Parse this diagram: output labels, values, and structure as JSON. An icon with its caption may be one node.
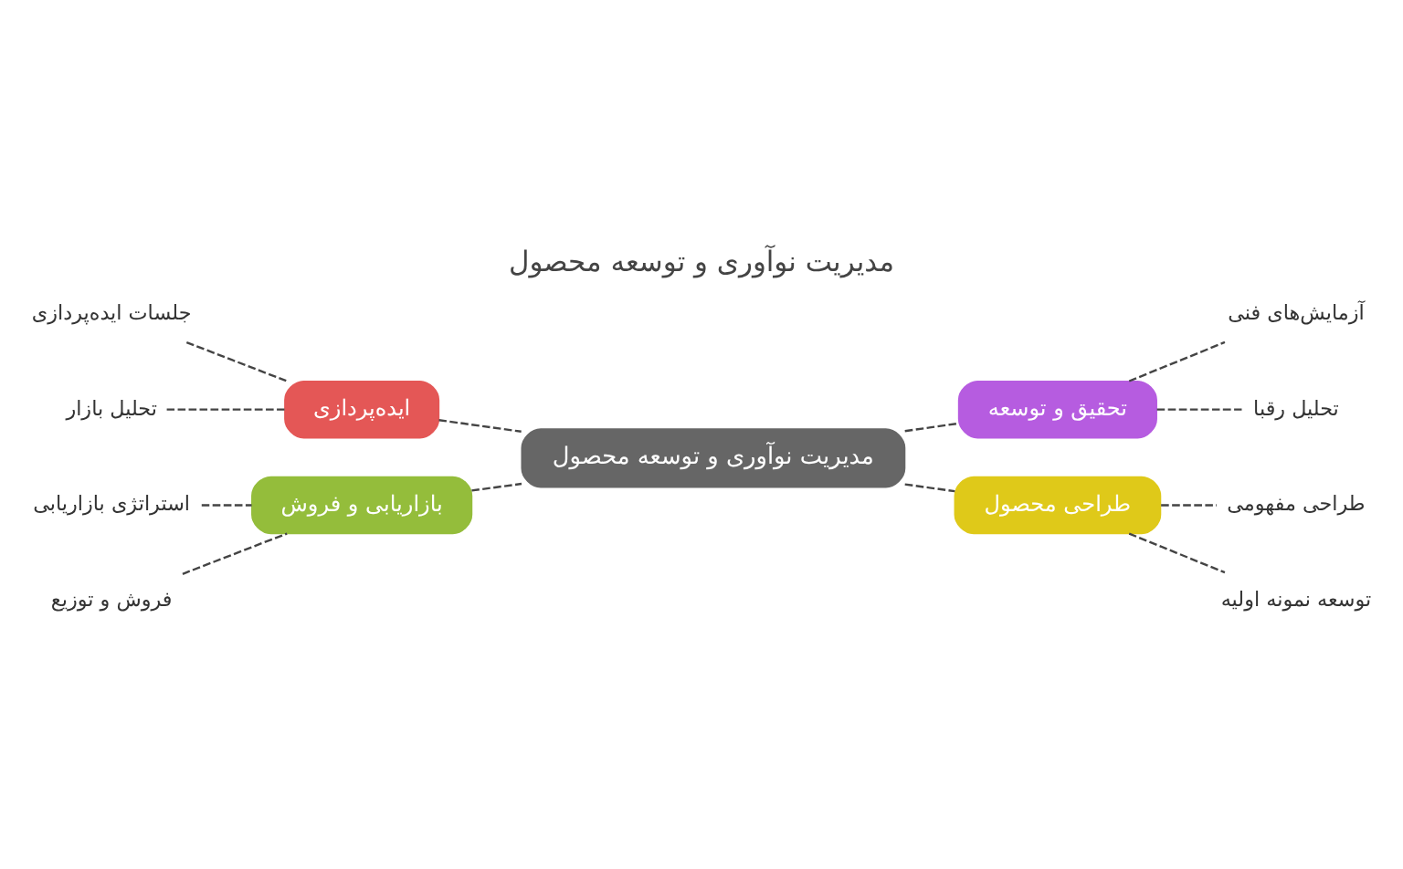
{
  "diagram": {
    "title": "مدیریت نوآوری و توسعه محصول",
    "nodes": [
      {
        "text": [
          "مدیریت نوآوری و توسعه محصول"
        ]
      },
      {
        "text": [
          "تحقیق و توسعه"
        ]
      },
      {
        "text": [
          "آزمایش‌های فنی"
        ]
      },
      {
        "text": [
          "تحلیل رقبا"
        ]
      },
      {
        "text": [
          "ایده‌پردازی"
        ]
      },
      {
        "text": [
          "جلسات ایده‌پردازی"
        ]
      },
      {
        "text": [
          "تحلیل بازار"
        ]
      },
      {
        "text": [
          "طراحی محصول"
        ]
      },
      {
        "text": [
          "طراحی مفهومی"
        ]
      },
      {
        "text": [
          "توسعه نمونه اولیه"
        ]
      },
      {
        "text": [
          "بازاریابی و فروش"
        ]
      },
      {
        "text": [
          "استراتژی بازاریابی"
        ]
      },
      {
        "text": [
          "فروش و توزیع"
        ]
      }
    ],
    "edges": [
      {
        "from": 0,
        "to": 1,
        "arrow": "none",
        "style": "dashed"
      },
      {
        "from": 1,
        "to": 2,
        "arrow": "none",
        "style": "dashed"
      },
      {
        "from": 1,
        "to": 3,
        "arrow": "none",
        "style": "dashed"
      },
      {
        "from": 4,
        "to": 0,
        "arrow": "none",
        "style": "dashed"
      },
      {
        "from": 5,
        "to": 4,
        "arrow": "none",
        "style": "dashed"
      },
      {
        "from": 6,
        "to": 4,
        "arrow": "none",
        "style": "dashed"
      },
      {
        "from": 0,
        "to": 7,
        "arrow": "none",
        "style": "dashed"
      },
      {
        "from": 7,
        "to": 8,
        "arrow": "none",
        "style": "dashed"
      },
      {
        "from": 7,
        "to": 9,
        "arrow": "none",
        "style": "dashed"
      },
      {
        "from": 10,
        "to": 0,
        "arrow": "none",
        "style": "dashed"
      },
      {
        "from": 11,
        "to": 10,
        "arrow": "none",
        "style": "dashed"
      },
      {
        "from": 12,
        "to": 10,
        "arrow": "none",
        "style": "dashed"
      }
    ]
  }
}
